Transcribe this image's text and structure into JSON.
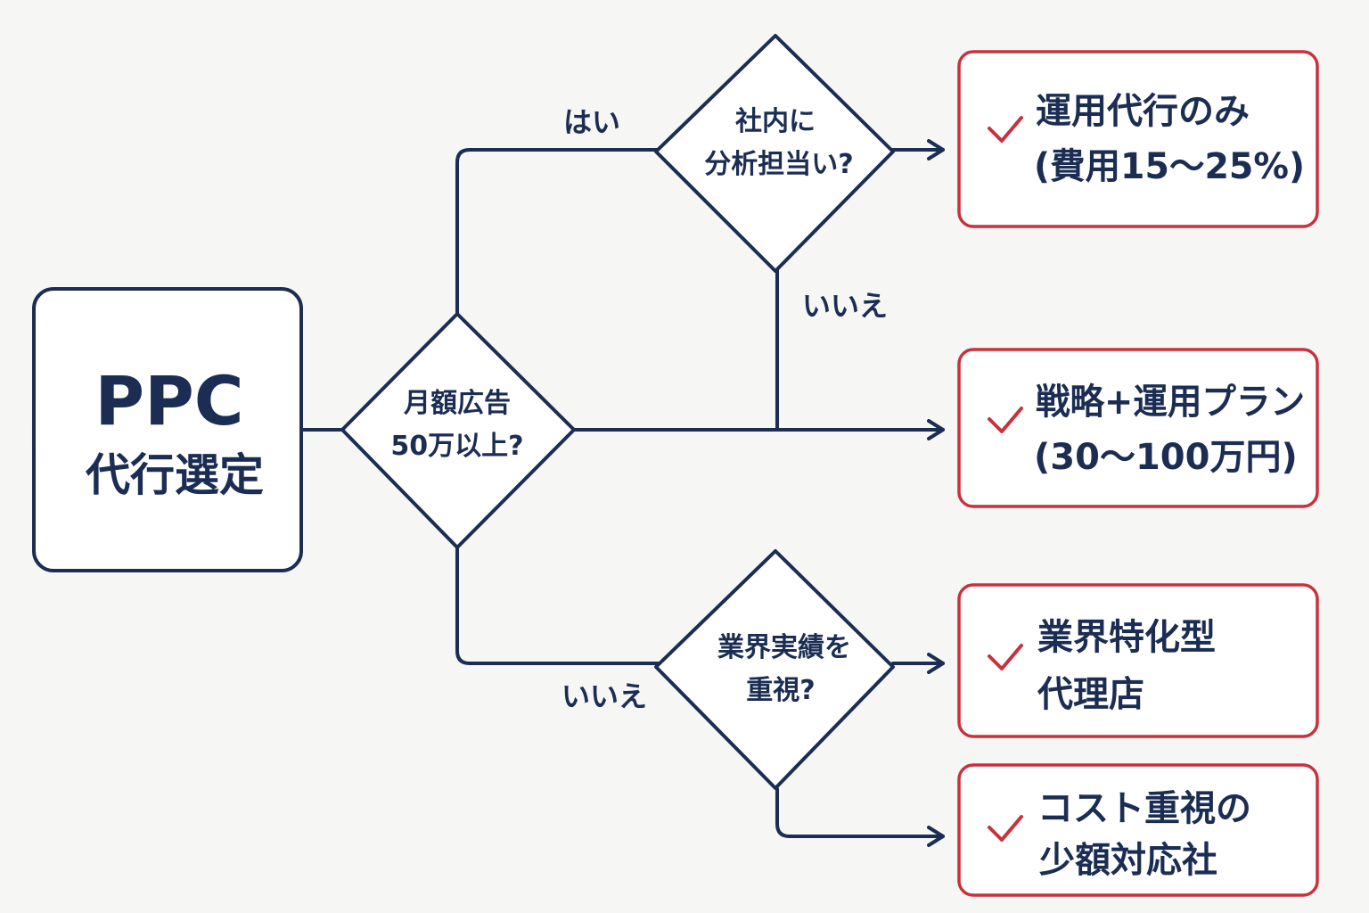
{
  "start": {
    "line1": "PPC",
    "line2": "代行選定"
  },
  "decisions": {
    "budget": {
      "line1": "月額広告",
      "line2": "50万以上?"
    },
    "analyst": {
      "line1": "社内に",
      "line2": "分析担当い?"
    },
    "industry": {
      "line1": "業界実績を",
      "line2": "重視?"
    }
  },
  "edge_labels": {
    "budget_yes": "はい",
    "analyst_no": "いいえ",
    "budget_no": "いいえ"
  },
  "outcomes": [
    {
      "line1": "運用代行のみ",
      "line2": "(費用15〜25%)",
      "icon": "check-icon"
    },
    {
      "line1": "戦略+運用プラン",
      "line2": "(30〜100万円)",
      "icon": "check-icon"
    },
    {
      "line1": "業界特化型",
      "line2": "代理店",
      "icon": "check-icon"
    },
    {
      "line1": "コスト重視の",
      "line2": "少額対応社",
      "icon": "check-icon"
    }
  ],
  "colors": {
    "navy": "#1b2d52",
    "accent_red": "#c8313d",
    "background": "#f6f6f5"
  }
}
